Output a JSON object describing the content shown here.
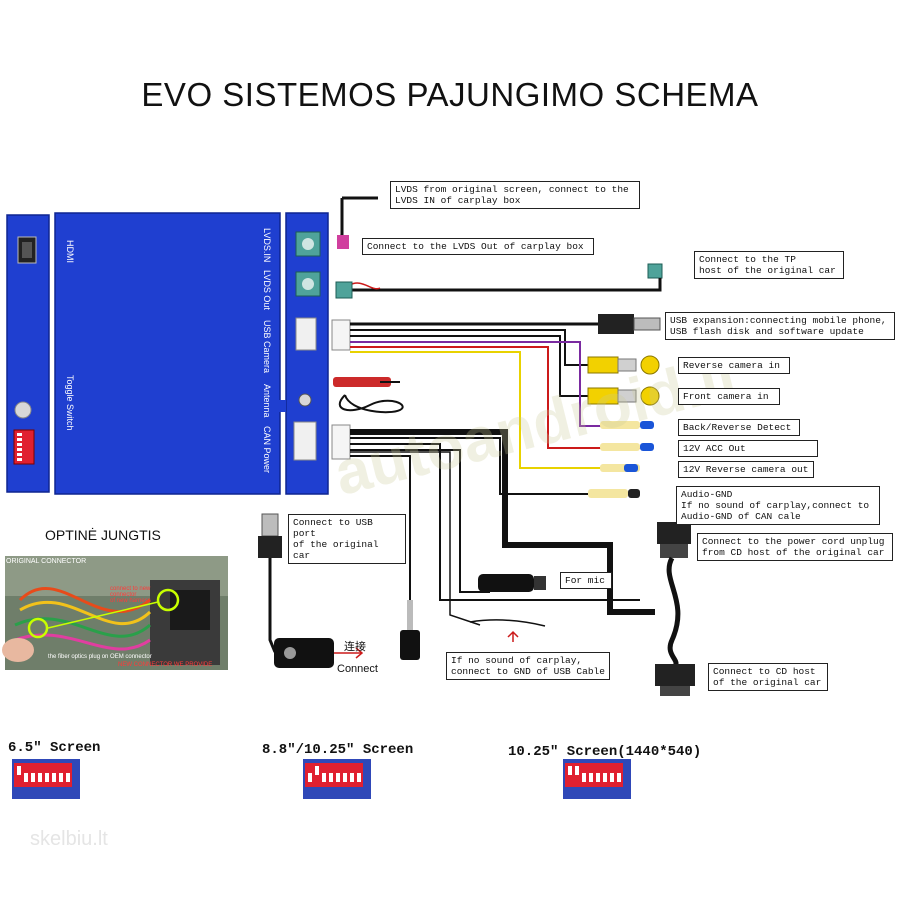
{
  "title": "EVO  SISTEMOS PAJUNGIMO SCHEMA",
  "left_box_labels": {
    "hdmi": "HDMI",
    "toggle": "Toggle Switch"
  },
  "right_box_labels": {
    "lvds_in": "LVDS.IN",
    "lvds_out": "LVDS Out",
    "usb_camera": "USB Camera",
    "antenna": "Antenna",
    "can_power": "CAN Power"
  },
  "callouts": {
    "lvds_from_screen": "LVDS from original screen, connect to the\nLVDS IN of carplay box",
    "lvds_out": "Connect to the LVDS Out of carplay box",
    "tp_host": "Connect to the TP\nhost of the original car",
    "usb_expansion": "USB expansion:connecting mobile phone,\nUSB flash disk and software update",
    "reverse_cam_in": "Reverse camera in",
    "front_cam_in": "Front camera in",
    "back_reverse_detect": "Back/Reverse Detect",
    "acc_out": "12V ACC Out",
    "reverse_cam_out": "12V Reverse camera out",
    "audio_gnd": "Audio-GND\nIf no sound of carplay,connect to\nAudio-GND of CAN cale",
    "usb_port_original": "Connect to USB port\nof the original car",
    "power_cord": "Connect to the power cord unplug\nfrom CD host of the original car",
    "for_mic": "For mic",
    "gnd_usb_cable": "If no sound of carplay,\nconnect to GND of USB Cable",
    "cd_host": "Connect to CD host\nof the original car"
  },
  "connect_label": "Connect",
  "connect_cn": "连接",
  "optine_heading": "OPTINĖ JUNGTIS",
  "photo_texts": {
    "original_connector": "ORIGINAL CONNECTOR",
    "harness": "connect to new connector\nof new harness",
    "fiber": "the fiber optics plug on OEM connector",
    "new_connector": "NEW CONNECTOR WE PROVIDE"
  },
  "screens": [
    {
      "label": "6.5\" Screen",
      "switches": [
        1,
        0,
        0,
        0,
        0,
        0,
        0,
        0
      ]
    },
    {
      "label": "8.8\"/10.25\" Screen",
      "switches": [
        0,
        1,
        0,
        0,
        0,
        0,
        0,
        0
      ]
    },
    {
      "label": "10.25\" Screen(1440*540)",
      "switches": [
        1,
        1,
        0,
        0,
        0,
        0,
        0,
        0
      ]
    }
  ],
  "watermark": "autoandroid.lt",
  "footer": "skelbiu.lt",
  "colors": {
    "box_blue": "#1f3fd0",
    "box_edge": "#0e2590",
    "wire_black": "#111111",
    "wire_yellow": "#e8d200",
    "wire_purple": "#7a2aa0",
    "wire_red": "#cc1a1a",
    "rca_yellow": "#f2d100",
    "dip_red": "#e02030",
    "lvds_teal": "#4fa39a",
    "lvds_pink": "#d03f9e"
  }
}
